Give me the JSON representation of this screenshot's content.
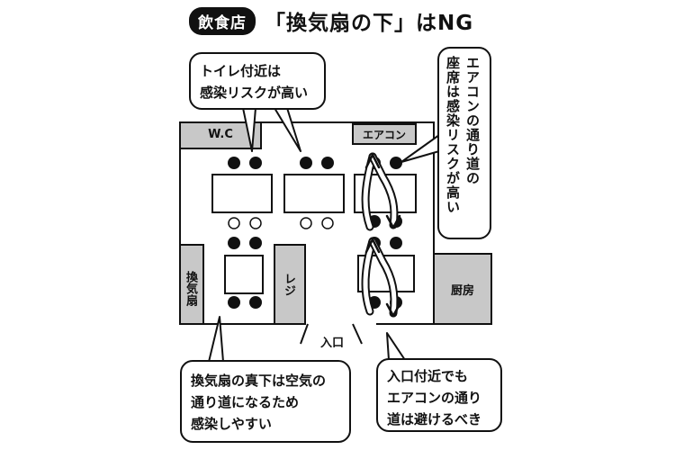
{
  "title": {
    "badge": "飲食店",
    "main": "「換気扇の下」はNG"
  },
  "room_labels": {
    "wc": "W.C",
    "aircon": "エアコン",
    "exhaust_fan": "換気扇",
    "register": "レジ",
    "kitchen": "厨房",
    "entrance": "入口"
  },
  "callouts": {
    "toilet": [
      "トイレ付近は",
      "感染リスクが高い"
    ],
    "aircon_seats": [
      "エアコンの通り道の",
      "座席は感染リスクが高い"
    ],
    "exhaust": [
      "換気扇の真下は空気の",
      "通り道になるため",
      "感染しやすい"
    ],
    "entrance": [
      "入口付近でも",
      "エアコンの通り",
      "道は避けるべき"
    ]
  },
  "colors": {
    "gray_fixture": "#c8c8c8",
    "line": "#111111",
    "background": "#ffffff"
  }
}
